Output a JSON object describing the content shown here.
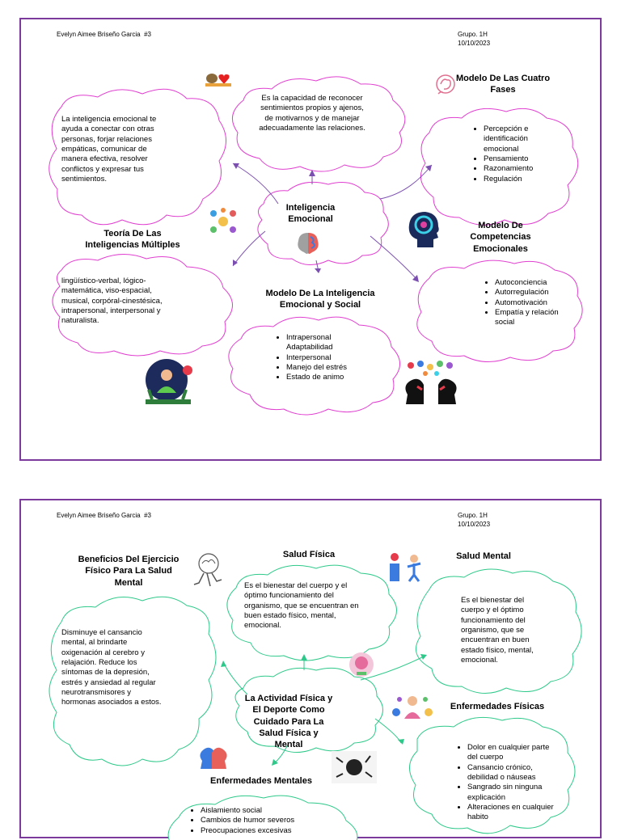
{
  "page1": {
    "author": "Evelyn Aimee Briseño Garcia",
    "number": "#3",
    "group": "Grupo. 1H",
    "date": "10/10/2023",
    "center_title": "Inteligencia Emocional",
    "definition": "Es la capacidad de reconocer sentimientos propios y ajenos, de motivarnos y de manejar adecuadamente las relaciones.",
    "left_text": "La inteligencia emocional te ayuda a conectar con otras personas, forjar relaciones empáticas, comunicar de manera efectiva, resolver conflictos y expresar tus sentimientos.",
    "multiple_title": "Teoría De Las Inteligencias Múltiples",
    "multiple_text": "lingüístico-verbal, lógico-matemática, viso-espacial, musical, corpóral-cinestésica, intrapersonal, interpersonal y naturalista.",
    "four_phases_title": "Modelo De Las Cuatro Fases",
    "four_phases_items": [
      "Percepción e identificación emocional",
      "Pensamiento",
      "Razonamiento",
      "Regulación"
    ],
    "competencies_title": "Modelo De Competencias Emocionales",
    "competencies_items": [
      "Autoconciencia",
      "Autorregulación",
      "Automotivación",
      "Empatía y relación social"
    ],
    "social_title": "Modelo De La Inteligencia Emocional y Social",
    "social_items": [
      "Intrapersonal Adaptabilidad",
      "Interpersonal",
      "Manejo del estrés",
      "Estado de animo"
    ],
    "colors": {
      "frame": "#7c3a9c",
      "cloud": "#e040d0",
      "arrow": "#7b4fb0"
    }
  },
  "page2": {
    "author": "Evelyn Aimee Briseño Garcia",
    "number": "#3",
    "group": "Grupo. 1H",
    "date": "10/10/2023",
    "benefits_title": "Beneficios Del Ejercicio Físico Para La Salud Mental",
    "benefits_text": "Disminuye el cansancio mental, al brindarte oxigenación al cerebro y relajación. Reduce los síntomas de la depresión, estrés y ansiedad al regular neurotransmisores y hormonas asociados a estos.",
    "physical_title": "Salud Física",
    "physical_text": "Es el bienestar del cuerpo y el óptimo funcionamiento del organismo, que se encuentran en buen estado físico, mental, emocional.",
    "mental_title": "Salud Mental",
    "mental_text": "Es el bienestar del cuerpo y el óptimo funcionamiento del organismo, que se encuentran en buen estado físico, mental, emocional.",
    "center_title": "La Actividad Física y El Deporte Como Cuidado Para La Salud Física y Mental",
    "phys_diseases_title": "Enfermedades Físicas",
    "phys_diseases_items": [
      "Dolor en cualquier parte del cuerpo",
      "Cansancio crónico, debilidad o náuseas",
      "Sangrado sin ninguna explicación",
      "Alteraciones en cualquier habito"
    ],
    "mental_diseases_title": "Enfermedades Mentales",
    "mental_diseases_items": [
      "Aislamiento social",
      "Cambios de humor severos",
      "Preocupaciones excesivas"
    ],
    "colors": {
      "frame": "#7c3a9c",
      "cloud": "#2ec98a",
      "arrow": "#2ec98a"
    }
  }
}
